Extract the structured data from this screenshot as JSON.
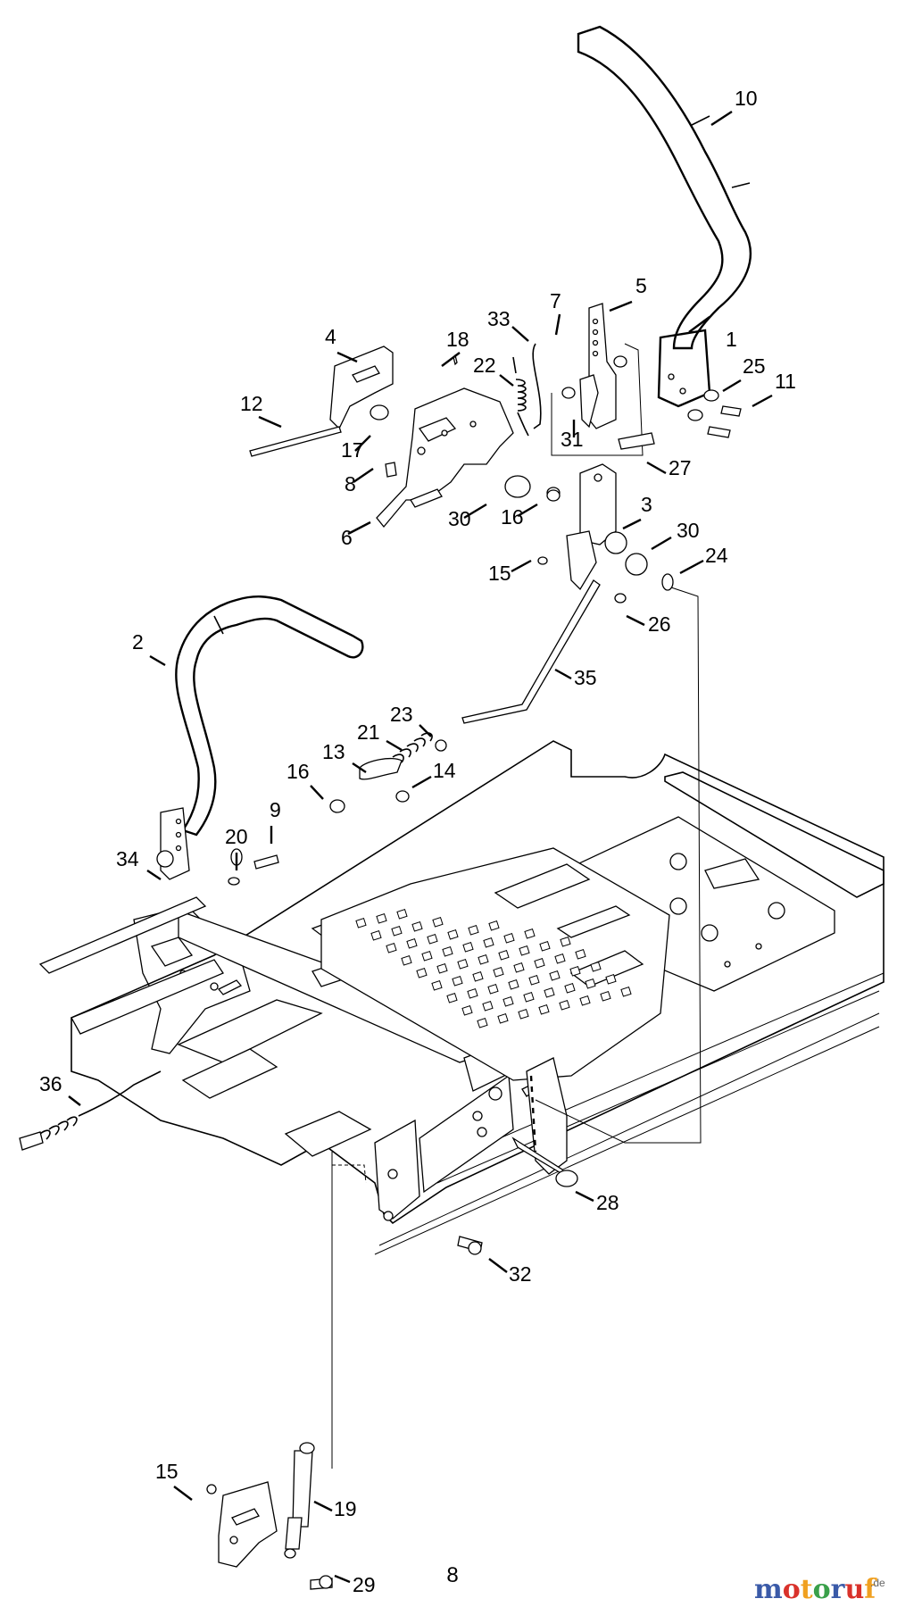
{
  "parts": [
    {
      "ref": "1"
    },
    {
      "ref": "2"
    },
    {
      "ref": "3"
    },
    {
      "ref": "4"
    },
    {
      "ref": "5"
    },
    {
      "ref": "6"
    },
    {
      "ref": "7"
    },
    {
      "ref": "8"
    },
    {
      "ref": "9"
    },
    {
      "ref": "10"
    },
    {
      "ref": "11"
    },
    {
      "ref": "12"
    },
    {
      "ref": "13"
    },
    {
      "ref": "14"
    },
    {
      "ref": "15"
    },
    {
      "ref": "15"
    },
    {
      "ref": "16"
    },
    {
      "ref": "16"
    },
    {
      "ref": "17"
    },
    {
      "ref": "18"
    },
    {
      "ref": "19"
    },
    {
      "ref": "20"
    },
    {
      "ref": "21"
    },
    {
      "ref": "22"
    },
    {
      "ref": "23"
    },
    {
      "ref": "24"
    },
    {
      "ref": "25"
    },
    {
      "ref": "26"
    },
    {
      "ref": "27"
    },
    {
      "ref": "28"
    },
    {
      "ref": "29"
    },
    {
      "ref": "30"
    },
    {
      "ref": "30"
    },
    {
      "ref": "31"
    },
    {
      "ref": "32"
    },
    {
      "ref": "33"
    },
    {
      "ref": "34"
    },
    {
      "ref": "35"
    },
    {
      "ref": "36"
    }
  ],
  "page_number": "8",
  "brand": {
    "letters": [
      "m",
      "o",
      "t",
      "o",
      "r",
      "u",
      "f"
    ],
    "suffix": ".de",
    "colors": [
      "#3a5aa8",
      "#d9322b",
      "#f0a020",
      "#3aa04a",
      "#3a5aa8",
      "#d9322b",
      "#f0a020"
    ]
  }
}
